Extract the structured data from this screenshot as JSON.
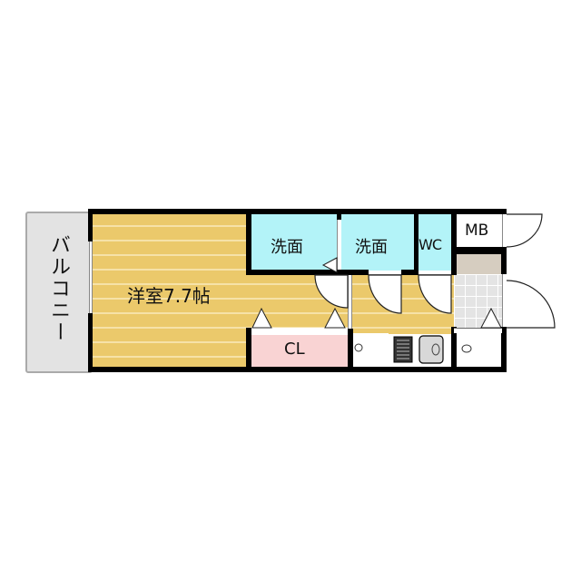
{
  "floorplan": {
    "rooms": {
      "balcony": {
        "label": "バルコニー"
      },
      "western_room": {
        "label": "洋室7.7帖"
      },
      "washroom_1": {
        "label": "洗面"
      },
      "washroom_2": {
        "label": "洗面"
      },
      "wc": {
        "label": "WC"
      },
      "mb": {
        "label": "MB"
      },
      "closet": {
        "label": "CL"
      }
    },
    "colors": {
      "wood_floor": "#ebc96b",
      "washroom": "#b3f3f8",
      "closet": "#f9d3d3",
      "balcony": "#e3e3e3",
      "entrance_tile": "#e4e4e4",
      "entrance_step": "#d6cdc0",
      "wall": "#000000"
    }
  }
}
